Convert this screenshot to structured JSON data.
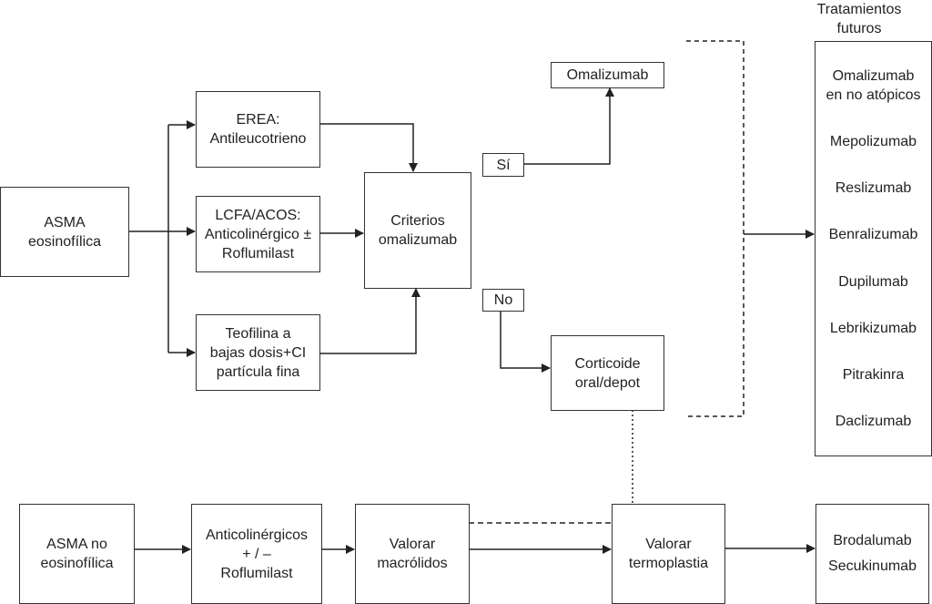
{
  "diagram": {
    "eosinophilic_path": {
      "start": [
        "ASMA",
        "eosinofílica"
      ],
      "options": [
        [
          "EREA:",
          "Antileucotrieno"
        ],
        [
          "LCFA/ACOS:",
          "Anticolinérgico ±",
          "Roflumilast"
        ],
        [
          "Teofilina a",
          "bajas dosis+CI",
          "partícula fina"
        ]
      ],
      "criteria": [
        "Criterios",
        "omalizumab"
      ],
      "yes_label": "Sí",
      "no_label": "No",
      "yes_outcome": "Omalizumab",
      "no_outcome": [
        "Corticoide",
        "oral/depot"
      ]
    },
    "future_treatments": {
      "title": [
        "Tratamientos",
        "futuros"
      ],
      "items": [
        [
          "Omalizumab",
          "en no atópicos"
        ],
        [
          "Mepolizumab"
        ],
        [
          "Reslizumab"
        ],
        [
          "Benralizumab"
        ],
        [
          "Dupilumab"
        ],
        [
          "Lebrikizumab"
        ],
        [
          "Pitrakinra"
        ],
        [
          "Daclizumab"
        ]
      ]
    },
    "non_eosinophilic_path": {
      "start": [
        "ASMA no",
        "eosinofílica"
      ],
      "step1": [
        "Anticolinérgicos",
        "+ / –",
        "Roflumilast"
      ],
      "step2": [
        "Valorar",
        "macrólidos"
      ],
      "step3": [
        "Valorar",
        "termoplastia"
      ],
      "outcome": [
        "Brodalumab",
        "Secukinumab"
      ]
    }
  }
}
